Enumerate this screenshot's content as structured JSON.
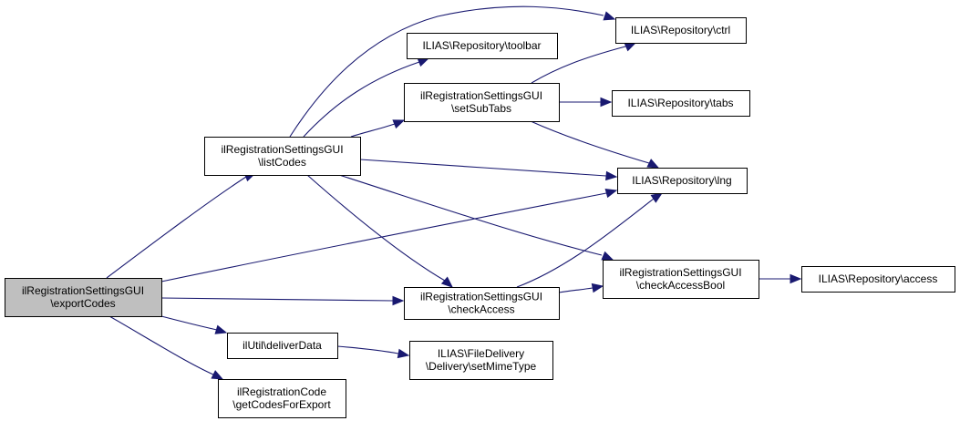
{
  "diagram": {
    "type": "call-graph",
    "colors": {
      "edge": "#191970",
      "root_fill": "#bfbfbf",
      "node_fill": "#ffffff",
      "node_border": "#000000"
    },
    "nodes": [
      {
        "id": "exportCodes",
        "lines": [
          "ilRegistrationSettingsGUI",
          "\\exportCodes"
        ],
        "root": true
      },
      {
        "id": "listCodes",
        "lines": [
          "ilRegistrationSettingsGUI",
          "\\listCodes"
        ]
      },
      {
        "id": "toolbar",
        "lines": [
          "ILIAS\\Repository\\toolbar"
        ]
      },
      {
        "id": "ctrl",
        "lines": [
          "ILIAS\\Repository\\ctrl"
        ]
      },
      {
        "id": "setSubTabs",
        "lines": [
          "ilRegistrationSettingsGUI",
          "\\setSubTabs"
        ]
      },
      {
        "id": "tabs",
        "lines": [
          "ILIAS\\Repository\\tabs"
        ]
      },
      {
        "id": "lng",
        "lines": [
          "ILIAS\\Repository\\lng"
        ]
      },
      {
        "id": "checkAccess",
        "lines": [
          "ilRegistrationSettingsGUI",
          "\\checkAccess"
        ]
      },
      {
        "id": "checkAccessBool",
        "lines": [
          "ilRegistrationSettingsGUI",
          "\\checkAccessBool"
        ]
      },
      {
        "id": "access",
        "lines": [
          "ILIAS\\Repository\\access"
        ]
      },
      {
        "id": "deliverData",
        "lines": [
          "ilUtil\\deliverData"
        ]
      },
      {
        "id": "setMimeType",
        "lines": [
          "ILIAS\\FileDelivery",
          "\\Delivery\\setMimeType"
        ]
      },
      {
        "id": "getCodesForExport",
        "lines": [
          "ilRegistrationCode",
          "\\getCodesForExport"
        ]
      }
    ],
    "edges": [
      {
        "from": "exportCodes",
        "to": "listCodes"
      },
      {
        "from": "exportCodes",
        "to": "lng"
      },
      {
        "from": "exportCodes",
        "to": "checkAccess"
      },
      {
        "from": "exportCodes",
        "to": "deliverData"
      },
      {
        "from": "exportCodes",
        "to": "getCodesForExport"
      },
      {
        "from": "listCodes",
        "to": "ctrl"
      },
      {
        "from": "listCodes",
        "to": "toolbar"
      },
      {
        "from": "listCodes",
        "to": "setSubTabs"
      },
      {
        "from": "listCodes",
        "to": "lng"
      },
      {
        "from": "listCodes",
        "to": "checkAccess"
      },
      {
        "from": "listCodes",
        "to": "checkAccessBool"
      },
      {
        "from": "setSubTabs",
        "to": "ctrl"
      },
      {
        "from": "setSubTabs",
        "to": "tabs"
      },
      {
        "from": "setSubTabs",
        "to": "lng"
      },
      {
        "from": "checkAccess",
        "to": "lng"
      },
      {
        "from": "checkAccess",
        "to": "checkAccessBool"
      },
      {
        "from": "checkAccessBool",
        "to": "access"
      },
      {
        "from": "deliverData",
        "to": "setMimeType"
      }
    ]
  }
}
